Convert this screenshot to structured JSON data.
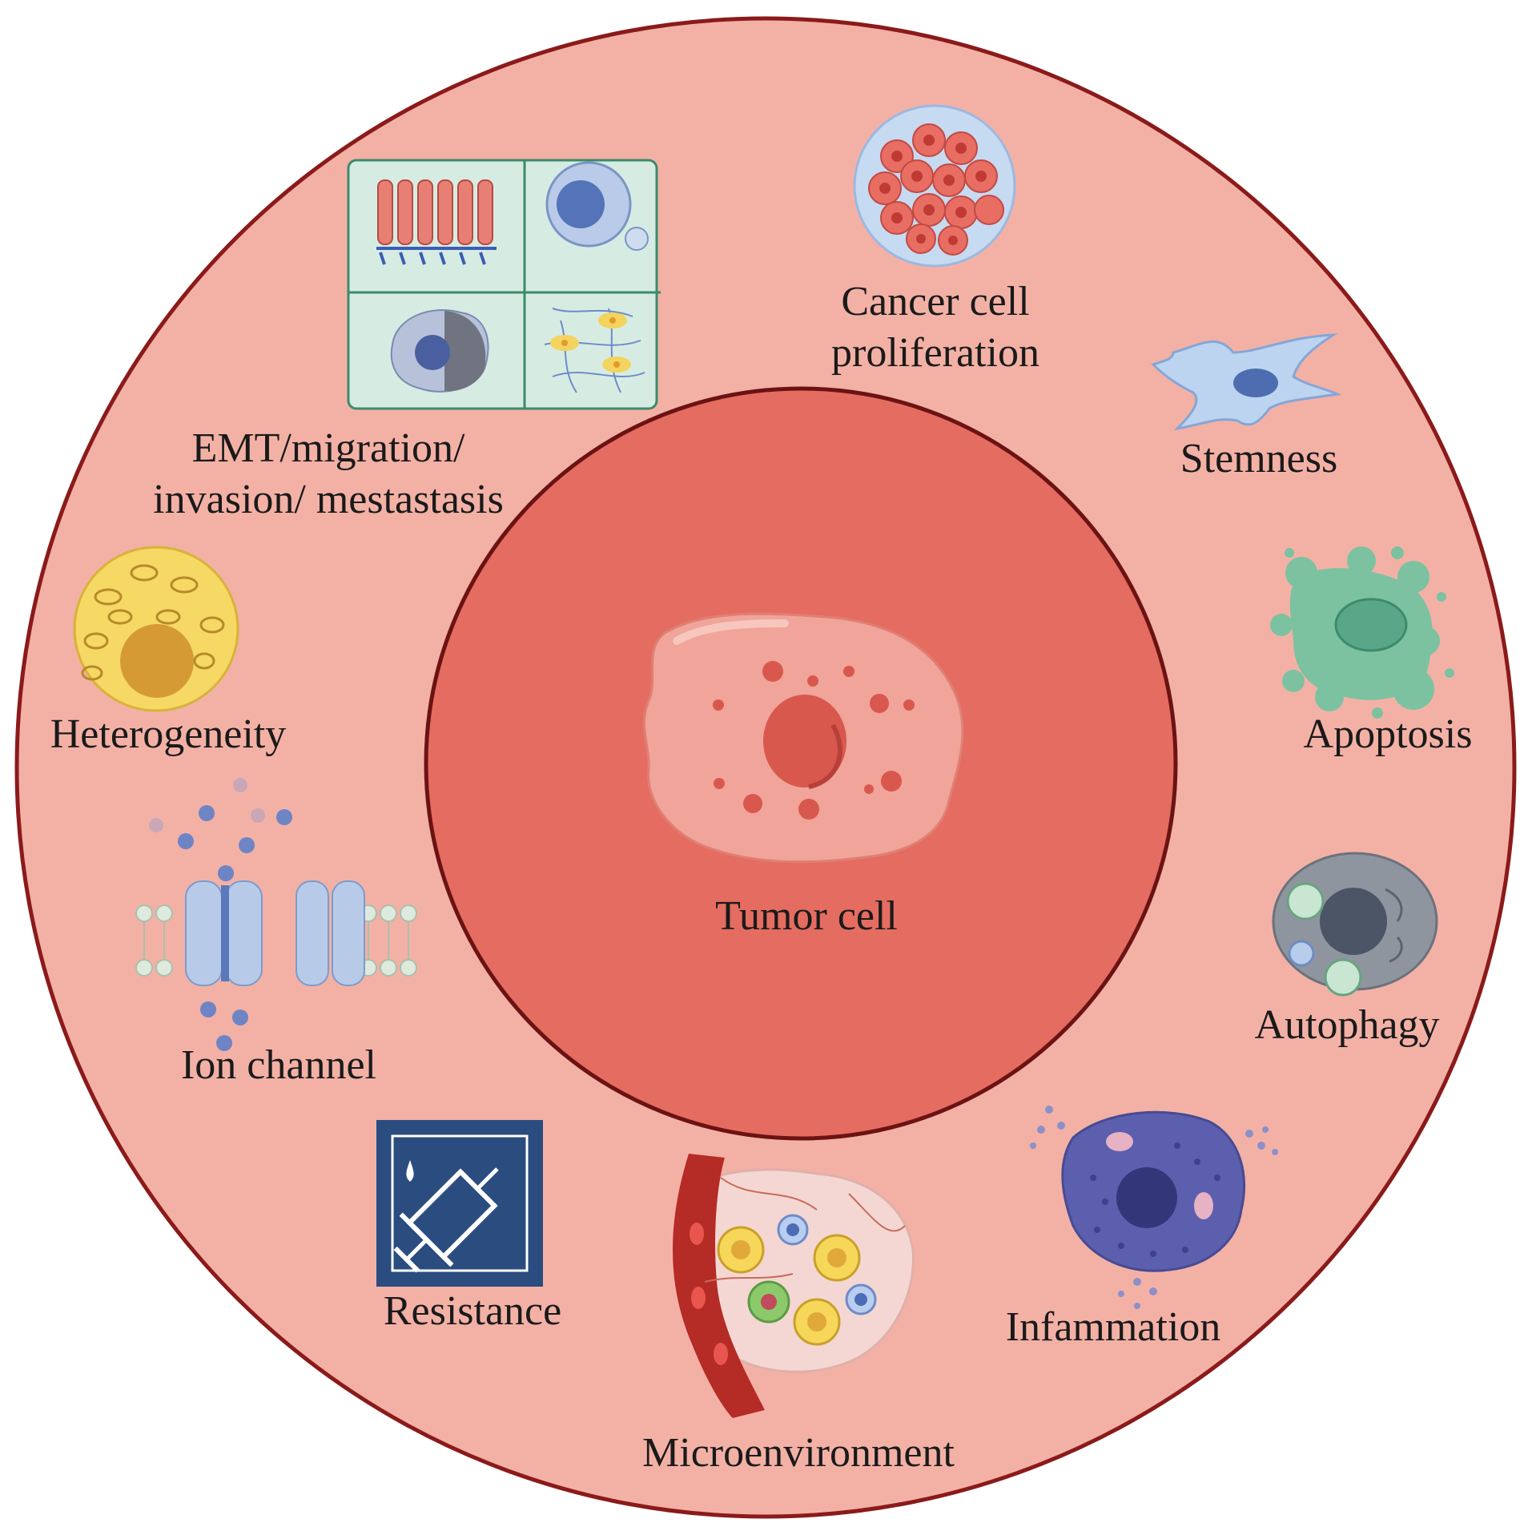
{
  "center": {
    "label": "Tumor cell"
  },
  "labels": {
    "emt_line1": "EMT/migration/",
    "emt_line2": "invasion/ mestastasis",
    "proliferation_line1": "Cancer cell",
    "proliferation_line2": "proliferation",
    "stemness": "Stemness",
    "heterogeneity": "Heterogeneity",
    "apoptosis": "Apoptosis",
    "ion_channel": "Ion channel",
    "autophagy": "Autophagy",
    "resistance": "Resistance",
    "microenvironment": "Microenvironment",
    "inflammation": "Infammation"
  },
  "colors": {
    "outer_ring": "#f3b1a6",
    "outer_border": "#8b1a1a",
    "inner_disc": "#e56c61",
    "tumor_cell": "#f0a49a",
    "nucleus": "#d9584e"
  },
  "icons": {
    "emt": "emt-panel-icon",
    "proliferation": "cell-cluster-icon",
    "stemness": "stem-cell-icon",
    "heterogeneity": "mitochondria-cell-icon",
    "apoptosis": "apoptotic-cell-icon",
    "ion_channel": "membrane-channel-icon",
    "autophagy": "autophagy-cell-icon",
    "resistance": "syringe-icon",
    "microenvironment": "blood-vessel-icon",
    "inflammation": "immune-cell-icon"
  }
}
